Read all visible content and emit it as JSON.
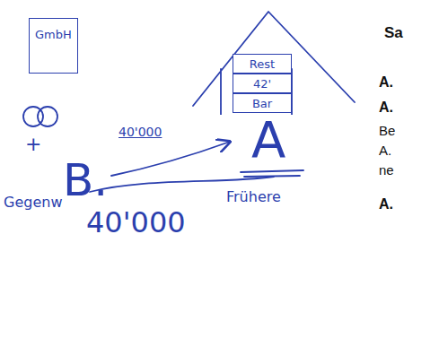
{
  "diagram": {
    "nodes": [
      {
        "text": [
          "GmbH"
        ]
      },
      {
        "text": []
      },
      {
        "text": [
          "Rest"
        ],
        "in": 1
      },
      {
        "text": [
          "42'"
        ],
        "in": 1
      },
      {
        "text": [
          "Bar"
        ],
        "in": 1
      }
    ],
    "labels": [
      "+",
      "B.",
      "40'000",
      "A",
      "Gegenw",
      "40'000",
      "Frühere",
      "Sa",
      "A.",
      "A.",
      "Be",
      "A.",
      "ne",
      "A."
    ]
  }
}
